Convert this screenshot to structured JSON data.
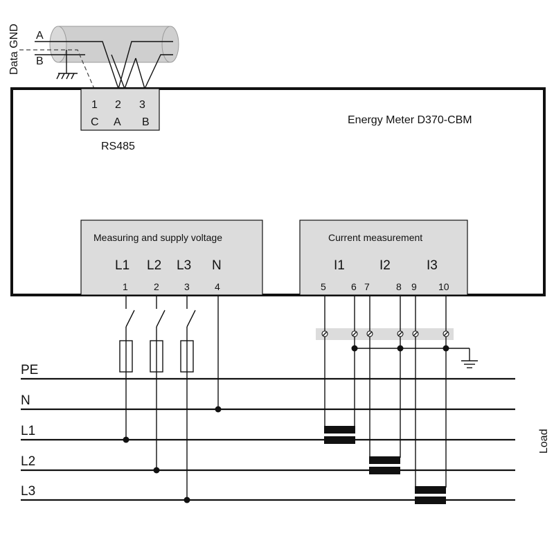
{
  "cable": {
    "rotated_label": "Data GND",
    "wire_a": "A",
    "wire_b": "B"
  },
  "rs485": {
    "pins": [
      "1",
      "2",
      "3"
    ],
    "signals": [
      "C",
      "A",
      "B"
    ],
    "label": "RS485"
  },
  "meter": {
    "title": "Energy Meter D370-CBM"
  },
  "voltage_block": {
    "title": "Measuring and supply voltage",
    "phases": [
      "L1",
      "L2",
      "L3",
      "N"
    ],
    "terminals": [
      "1",
      "2",
      "3",
      "4"
    ]
  },
  "current_block": {
    "title": "Current measurement",
    "channels": [
      "I1",
      "I2",
      "I3"
    ],
    "terminals": [
      "5",
      "6",
      "7",
      "8",
      "9",
      "10"
    ]
  },
  "buses": [
    "PE",
    "N",
    "L1",
    "L2",
    "L3"
  ],
  "load_label": "Load",
  "colors": {
    "block_fill": "#dcdcdc",
    "cable_fill": "#cfcfcf",
    "line": "#111111"
  }
}
